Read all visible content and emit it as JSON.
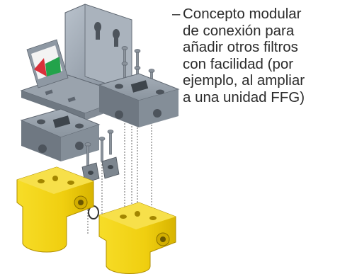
{
  "figure": {
    "name": "modular-filter-connection-exploded-view",
    "colors": {
      "metal_bracket": "#8f9aa6",
      "adapter_block": "#8a949e",
      "filter_housing": "#f2d21b",
      "indicator_red": "#d9303a",
      "indicator_green": "#23a34b"
    }
  },
  "text": {
    "bullet": "–",
    "lines": [
      "Concepto modular",
      "de conexión para",
      "añadir otros filtros",
      "con facilidad (por",
      "ejemplo, al ampliar",
      "a una unidad FFG)"
    ]
  }
}
